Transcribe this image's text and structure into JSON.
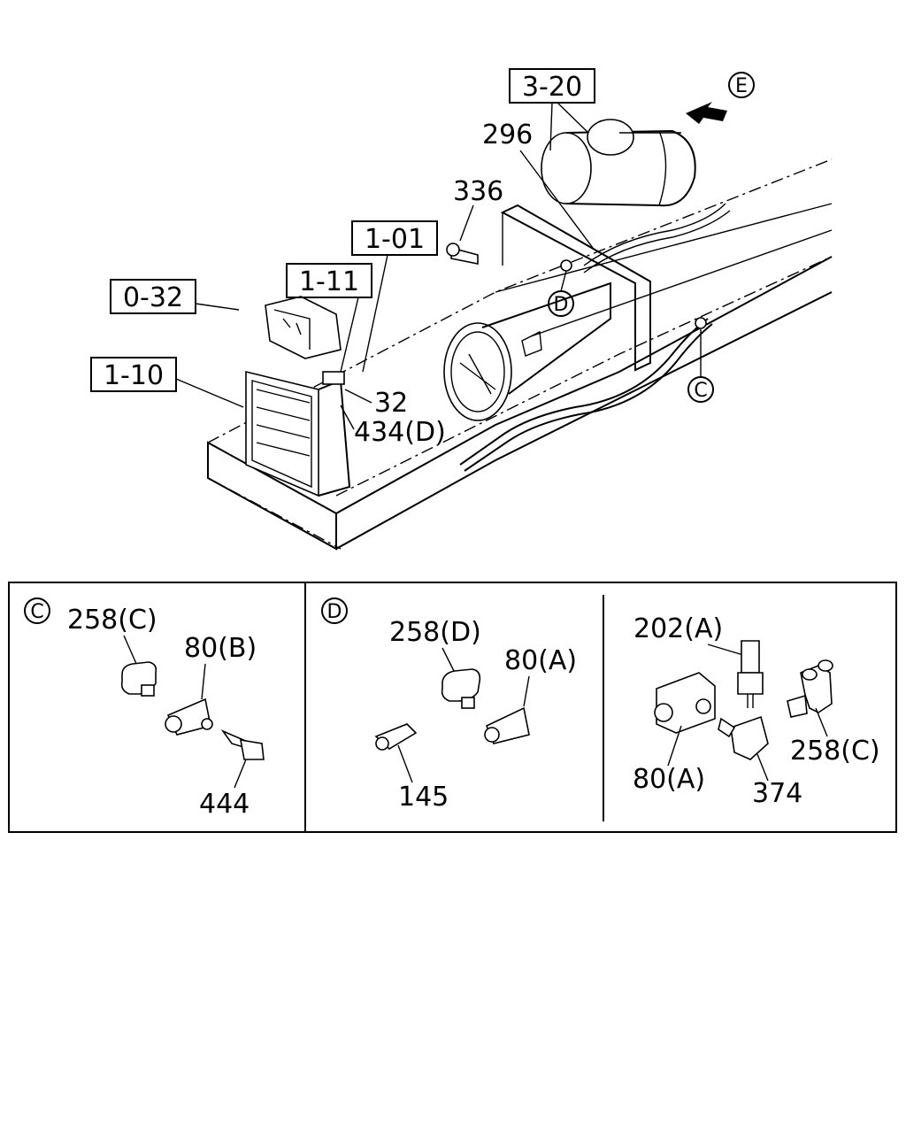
{
  "callouts": {
    "ref_3_20": "3-20",
    "ref_1_01": "1-01",
    "ref_1_11": "1-11",
    "ref_0_32": "0-32",
    "ref_1_10": "1-10",
    "part_296": "296",
    "part_336": "336",
    "part_32": "32",
    "part_434d": "434(D)",
    "view_e": "E",
    "marker_d": "D",
    "marker_c": "C"
  },
  "detail_c": {
    "tag": "C",
    "labels": {
      "p258c": "258(C)",
      "p80b": "80(B)",
      "p444": "444"
    }
  },
  "detail_d": {
    "tag": "D",
    "labels": {
      "p258d": "258(D)",
      "p80a": "80(A)",
      "p145": "145"
    }
  },
  "detail_e": {
    "labels": {
      "p202a": "202(A)",
      "p80a": "80(A)",
      "p374": "374",
      "p258c": "258(C)"
    }
  }
}
